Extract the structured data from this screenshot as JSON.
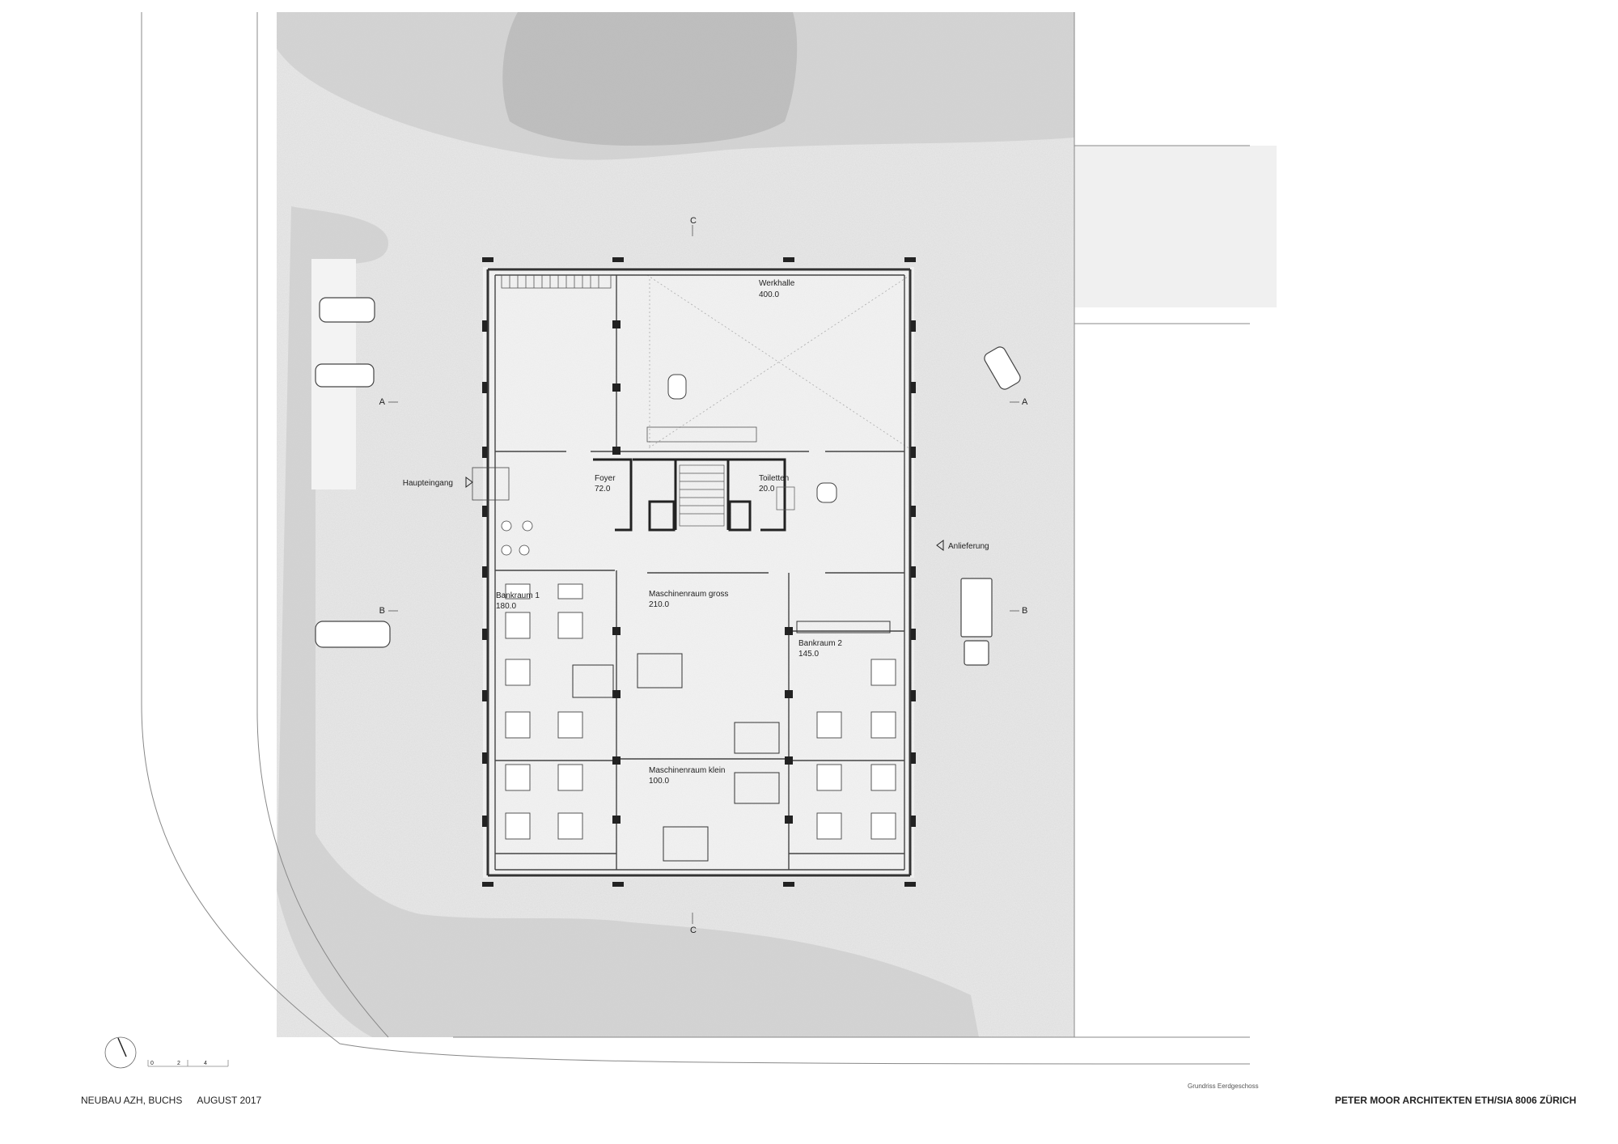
{
  "rooms": [
    {
      "name": "Werkhalle",
      "area": "400.0"
    },
    {
      "name": "Foyer",
      "area": "72.0"
    },
    {
      "name": "Toiletten",
      "area": "20.0"
    },
    {
      "name": "Bankraum 1",
      "area": "180.0"
    },
    {
      "name": "Maschinenraum gross",
      "area": "210.0"
    },
    {
      "name": "Bankraum 2",
      "area": "145.0"
    },
    {
      "name": "Maschinenraum klein",
      "area": "100.0"
    }
  ],
  "access": {
    "main_entrance": "Haupteingang",
    "delivery": "Anlieferung"
  },
  "section_markers": {
    "a": "A",
    "b": "B",
    "c": "C"
  },
  "scale": {
    "ticks": [
      "0",
      "2",
      "4"
    ]
  },
  "footer": {
    "project": "NEUBAU AZH, BUCHS",
    "date": "AUGUST 2017",
    "drawing_title": "Grundriss Eerdgeschoss",
    "office": "PETER MOOR ARCHITEKTEN ETH/SIA 8006 ZÜRICH"
  },
  "colors": {
    "ground": "#e9e9e9",
    "dense_vegetation": "#cfcfcf",
    "walls": "#333333"
  }
}
